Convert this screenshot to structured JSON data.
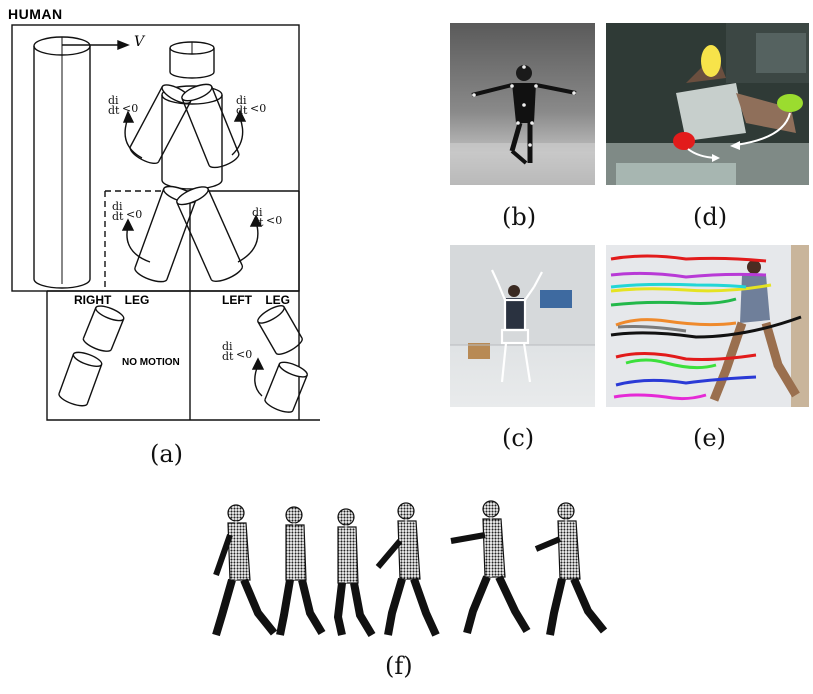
{
  "panel_a": {
    "title": "HUMAN",
    "velocity": "V",
    "right_leg": "RIGHT    LEG",
    "left_leg": "LEFT    LEG",
    "no_motion": "NO MOTION",
    "frac_num": "di",
    "frac_den": "dt",
    "lt_zero": "<0"
  },
  "captions": {
    "a": "(a)",
    "b": "(b)",
    "c": "(c)",
    "d": "(d)",
    "e": "(e)",
    "f": "(f)"
  }
}
